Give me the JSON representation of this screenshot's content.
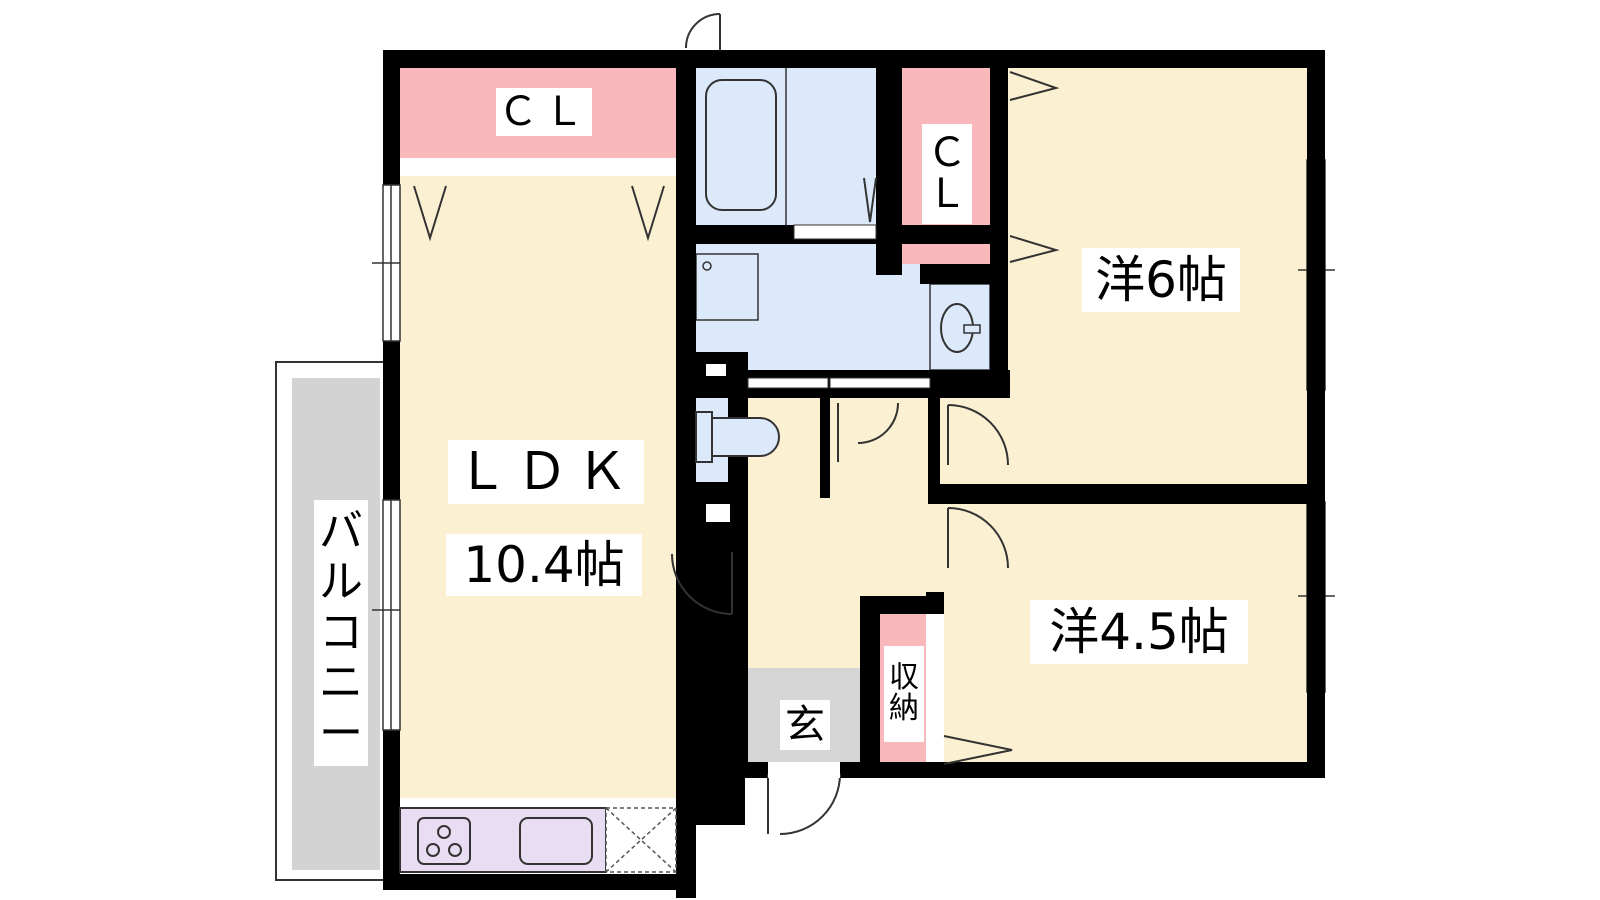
{
  "floor_plan": {
    "rooms": [
      {
        "id": "ldk",
        "name": "ＬＤＫ",
        "size": "10.4帖"
      },
      {
        "id": "western-6",
        "name": "洋6帖"
      },
      {
        "id": "western-4-5",
        "name": "洋4.5帖"
      }
    ],
    "closets": [
      {
        "id": "cl-ldk",
        "label": "ＣＬ"
      },
      {
        "id": "cl-6",
        "label": "Ｃ Ｌ"
      },
      {
        "id": "storage",
        "label": "収 納"
      }
    ],
    "entrance": {
      "label": "玄"
    },
    "balcony": {
      "label": "バ ル コ ニ ー"
    }
  },
  "colors": {
    "room_fill": "#FCF0D2",
    "closet_fill": "#F9B9BC",
    "wet_area_fill": "#DCE9FA",
    "entrance_fill": "#D5D5D5",
    "balcony_fill": "#D3D3D3",
    "kitchen_fill": "#E9DDF4",
    "wall": "#000000"
  }
}
